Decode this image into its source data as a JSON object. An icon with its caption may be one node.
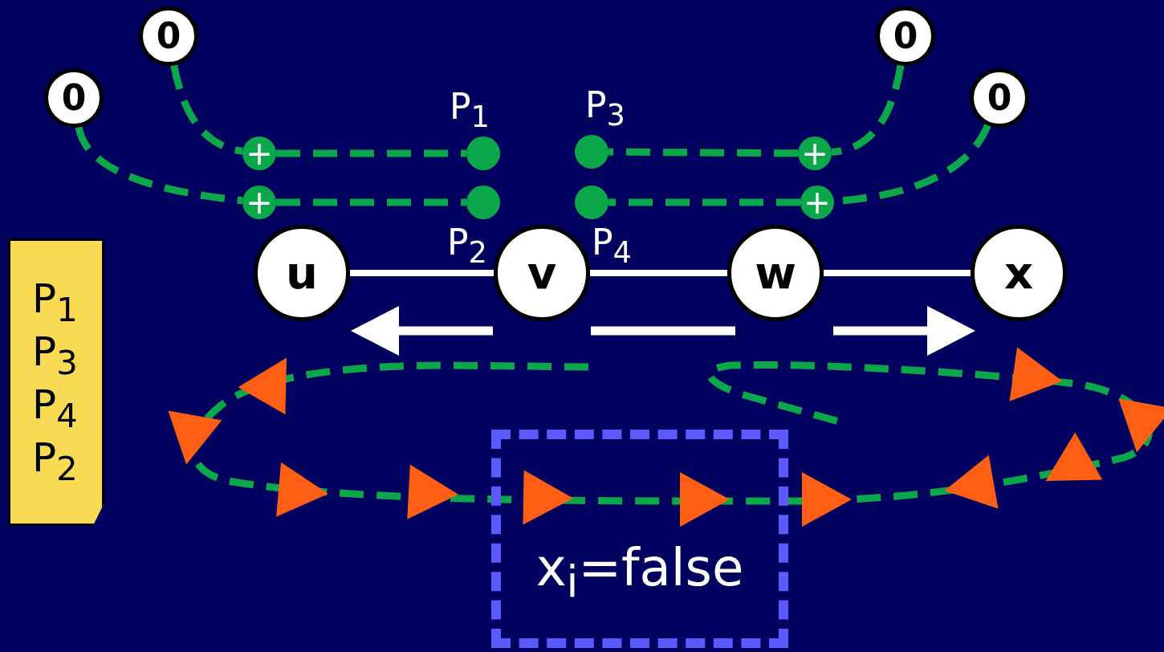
{
  "diagram": {
    "nodes": [
      {
        "text": [
          "0"
        ]
      },
      {
        "text": [
          "0"
        ]
      },
      {
        "text": [
          "0"
        ]
      },
      {
        "text": [
          "0"
        ]
      },
      {
        "text": [
          "+"
        ]
      },
      {
        "text": [
          "+"
        ]
      },
      {
        "text": [
          "+"
        ]
      },
      {
        "text": [
          "+"
        ]
      },
      {
        "text": [],
        "shape": "circle",
        "beside": [
          "P$_{1}$"
        ]
      },
      {
        "text": [],
        "shape": "circle",
        "beside": [
          "P$_{3}$"
        ]
      },
      {
        "text": [],
        "shape": "circle",
        "beside": [
          "P$_{2}$"
        ]
      },
      {
        "text": [],
        "shape": "circle",
        "beside": [
          "P$_{4}$"
        ]
      },
      {
        "text": [
          "u"
        ]
      },
      {
        "text": [
          "v"
        ]
      },
      {
        "text": [
          "w"
        ]
      },
      {
        "text": [
          "x"
        ]
      },
      {
        "text": [
          "P$_{1}$ P$_{3}$ P$_{4}$ P$_{2}$"
        ]
      },
      {
        "text": [
          "x$_{i}$=false"
        ]
      }
    ],
    "edges": [
      {
        "from": 0,
        "to": 4,
        "arrow": "none",
        "style": "dashed"
      },
      {
        "from": 4,
        "to": 8,
        "arrow": "none",
        "style": "dashed"
      },
      {
        "from": 1,
        "to": 5,
        "arrow": "none",
        "style": "dashed"
      },
      {
        "from": 5,
        "to": 10,
        "arrow": "none",
        "style": "dashed"
      },
      {
        "from": 2,
        "to": 6,
        "arrow": "none",
        "style": "dashed"
      },
      {
        "from": 6,
        "to": 9,
        "arrow": "none",
        "style": "dashed"
      },
      {
        "from": 3,
        "to": 7,
        "arrow": "none",
        "style": "dashed"
      },
      {
        "from": 7,
        "to": 11,
        "arrow": "none",
        "style": "dashed"
      },
      {
        "from": 12,
        "to": 13,
        "arrow": "none",
        "color": "#ffffff"
      },
      {
        "from": 13,
        "to": 14,
        "arrow": "none",
        "color": "#ffffff"
      },
      {
        "from": 14,
        "to": 15,
        "arrow": "none",
        "color": "#ffffff"
      }
    ]
  }
}
